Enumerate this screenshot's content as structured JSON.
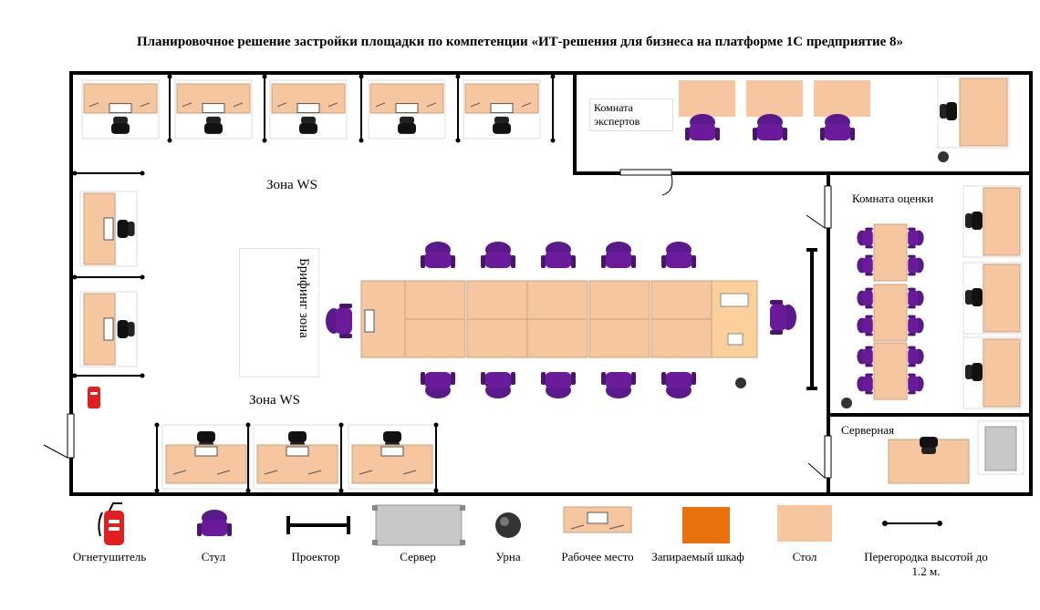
{
  "title": "Планировочное решение застройки площадки по компетенции «ИТ-решения для бизнеса на платформе 1С предприятие 8»",
  "zones": {
    "ws_top": "Зона WS",
    "ws_bottom": "Зона WS",
    "briefing": "Брифинг зона",
    "experts": "Комната экспертов",
    "assessment": "Комната оценки",
    "server": "Серверная"
  },
  "legend": {
    "extinguisher": "Огнетушитель",
    "chair": "Стул",
    "projector": "Проектор",
    "server": "Сервер",
    "bin": "Урна",
    "workplace": "Рабочее место",
    "locker": "Запираемый шкаф",
    "table": "Стол",
    "partition": "Перегородка высотой до 1.2 м."
  },
  "colors": {
    "desk": "#f5c6a0",
    "chair": "#6a1b9a",
    "locker": "#e8730c",
    "extinguisher": "#e02020",
    "server": "#c8c8c8",
    "wall": "#000000"
  }
}
